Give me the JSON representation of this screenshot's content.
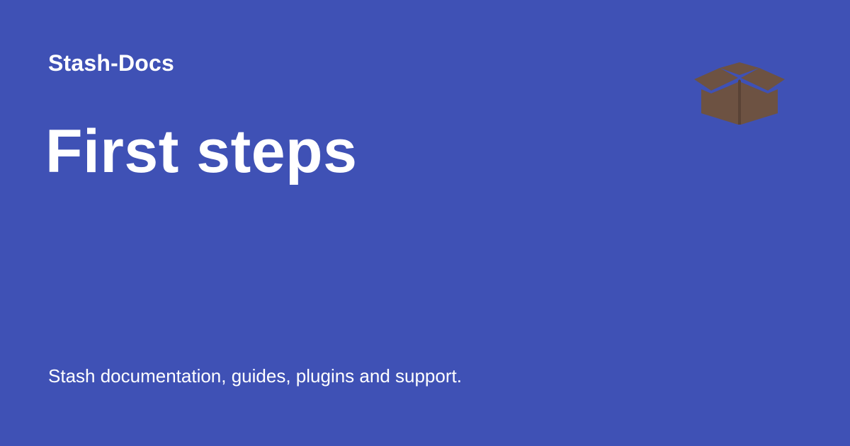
{
  "site": {
    "name": "Stash-Docs"
  },
  "page": {
    "title": "First steps",
    "description": "Stash documentation, guides, plugins and support."
  },
  "logo": {
    "icon": "open-box-icon",
    "color": "#6D5242"
  },
  "theme": {
    "background": "#3F51B5",
    "text": "#FFFFFF"
  }
}
